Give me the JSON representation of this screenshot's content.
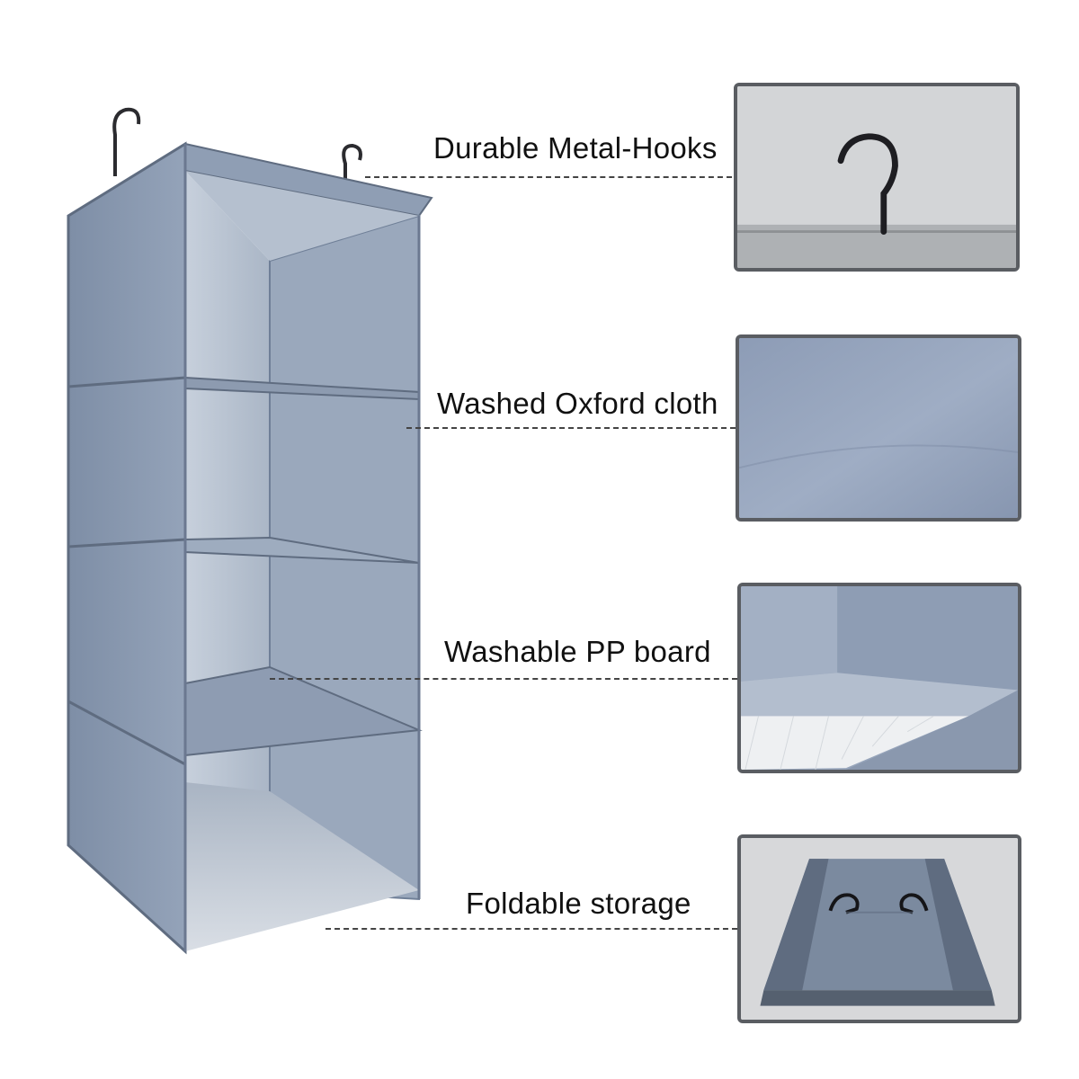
{
  "features": [
    {
      "label": "Durable Metal-Hooks",
      "icon": "metal-hook-closeup"
    },
    {
      "label": "Washed Oxford cloth",
      "icon": "oxford-cloth-closeup"
    },
    {
      "label": "Washable PP board",
      "icon": "pp-board-closeup"
    },
    {
      "label": "Foldable storage",
      "icon": "folded-organizer-closeup"
    }
  ],
  "product": {
    "icon": "hanging-shelf-organizer",
    "shelves": 4,
    "hooks": 2
  },
  "colors": {
    "fabric": "#8f9eb4",
    "fabric_dark": "#6f7f97",
    "frame": "#5a5d62",
    "hook": "#1e1e22",
    "board": "#eef0f2"
  }
}
